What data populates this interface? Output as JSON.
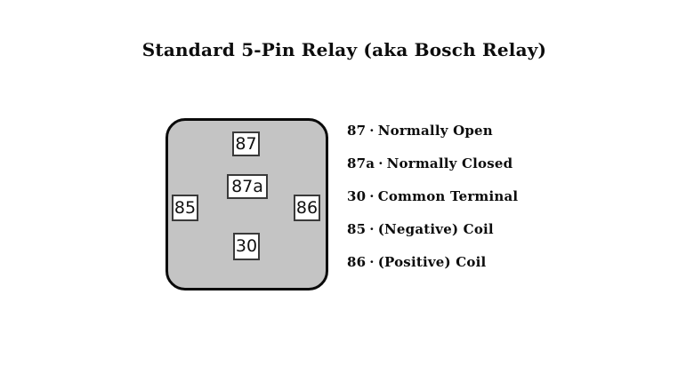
{
  "title": "Standard 5-Pin Relay (aka Bosch Relay)",
  "relay": {
    "pins": [
      {
        "label": "87"
      },
      {
        "label": "87a"
      },
      {
        "label": "85"
      },
      {
        "label": "86"
      },
      {
        "label": "30"
      }
    ]
  },
  "legend": {
    "separator": "·",
    "items": [
      {
        "pin": "87",
        "description": "Normally Open"
      },
      {
        "pin": "87a",
        "description": "Normally Closed"
      },
      {
        "pin": "30",
        "description": "Common Terminal"
      },
      {
        "pin": "85",
        "description": "(Negative) Coil"
      },
      {
        "pin": "86",
        "description": "(Positive) Coil"
      }
    ]
  },
  "colors": {
    "relay_body_fill": "#c4c4c4",
    "relay_border": "#0a0a0a",
    "pin_box_fill": "#ffffff",
    "pin_box_border": "#3a3a3a",
    "text": "#0c0c0c"
  }
}
